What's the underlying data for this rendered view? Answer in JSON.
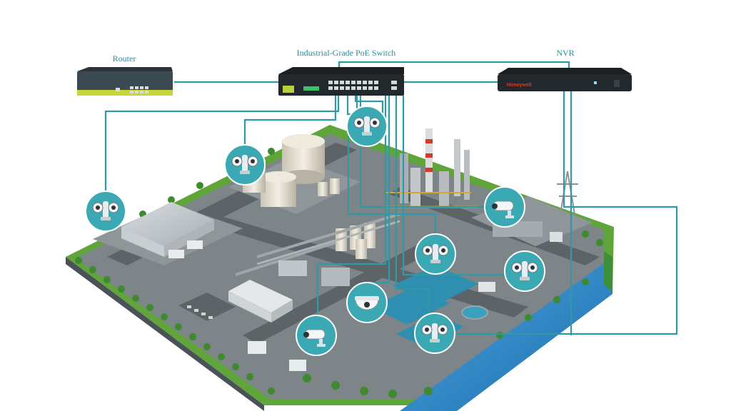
{
  "labels": {
    "router": "Router",
    "switch": "Industrial-Grade PoE Switch",
    "nvr": "NVR"
  },
  "devices": {
    "nvr_brand": "Honeywell"
  },
  "colors": {
    "cable": "#2f9aa6",
    "camera_badge": "#3ba9b3",
    "ground": "#6c7478",
    "grass": "#5fa53a",
    "water": "#2f86c8",
    "device_dark": "#23282c",
    "router_body": "#3b4a52",
    "router_accent": "#c9d43a",
    "label": "#2a8c99"
  },
  "icons": {
    "ptz_camera": "ptz-camera-icon",
    "bullet_camera": "bullet-camera-icon",
    "dome_camera": "dome-camera-icon"
  }
}
